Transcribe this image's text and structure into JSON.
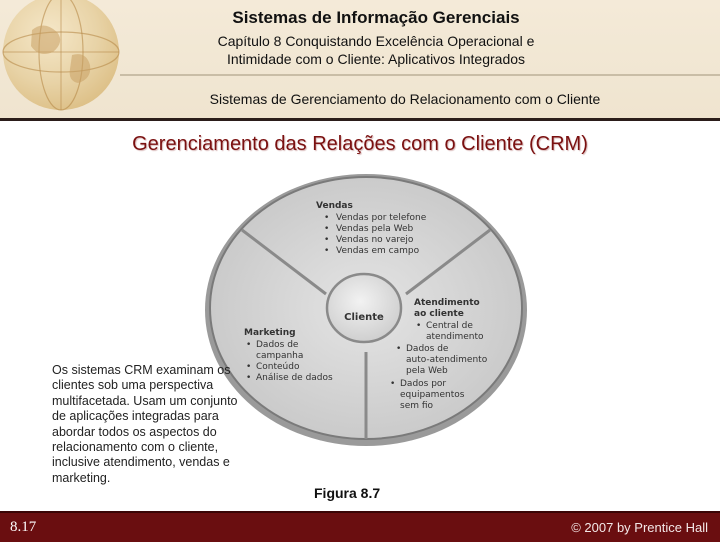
{
  "header": {
    "title": "Sistemas de Informação Gerenciais",
    "subtitle_line1": "Capítulo 8 Conquistando Excelência Operacional e",
    "subtitle_line2": "Intimidade com o Cliente: Aplicativos Integrados",
    "section": "Sistemas de Gerenciamento do Relacionamento com o Cliente"
  },
  "slide": {
    "title": "Gerenciamento das Relações com o Cliente (CRM)",
    "body_text": "Os sistemas CRM examinam os clientes sob uma perspectiva multifacetada. Usam um conjunto de aplicações integradas para abordar todos os aspectos do relacionamento com o cliente, inclusive atendimento, vendas e marketing.",
    "caption": "Figura 8.7"
  },
  "diagram": {
    "center": "Cliente",
    "vendas": {
      "heading": "Vendas",
      "items": [
        "Vendas por telefone",
        "Vendas pela Web",
        "Vendas no varejo",
        "Vendas em campo"
      ]
    },
    "atendimento": {
      "heading1": "Atendimento",
      "heading2": "ao cliente",
      "item1_l1": "Central de",
      "item1_l2": "atendimento",
      "item2_l1": "Dados de",
      "item2_l2": "auto-atendimento",
      "item2_l3": "pela Web",
      "item3_l1": "Dados por",
      "item3_l2": "equipamentos",
      "item3_l3": "sem fio"
    },
    "marketing": {
      "heading": "Marketing",
      "item1_l1": "Dados de",
      "item1_l2": "campanha",
      "item2": "Conteúdo",
      "item3": "Análise de dados"
    }
  },
  "footer": {
    "page_number": "8.17",
    "copyright": "© 2007 by Prentice Hall"
  }
}
